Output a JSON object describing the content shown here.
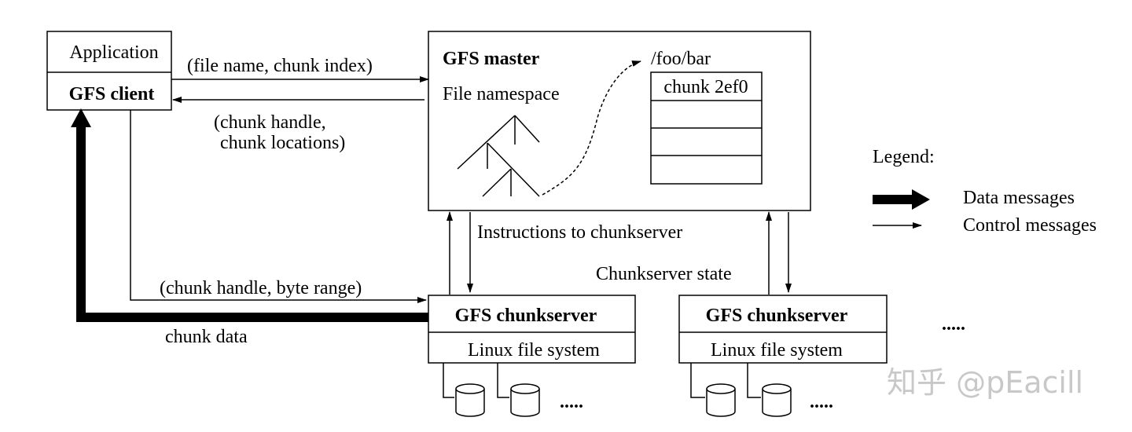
{
  "client": {
    "application_label": "Application",
    "client_label": "GFS client"
  },
  "master": {
    "title": "GFS master",
    "namespace_label": "File namespace",
    "file_path": "/foo/bar",
    "chunk_label": "chunk 2ef0"
  },
  "messages": {
    "request": "(file name, chunk index)",
    "reply_line1": "(chunk handle,",
    "reply_line2": "chunk locations)",
    "instructions": "Instructions to chunkserver",
    "chunkserver_state": "Chunkserver state",
    "data_request": "(chunk handle, byte range)",
    "chunk_data": "chunk data"
  },
  "chunkservers": [
    {
      "title": "GFS chunkserver",
      "fs_label": "Linux file system"
    },
    {
      "title": "GFS chunkserver",
      "fs_label": "Linux file system"
    }
  ],
  "ellipsis": ".....",
  "legend": {
    "title": "Legend:",
    "data_messages": "Data messages",
    "control_messages": "Control messages"
  },
  "watermark": "知乎 @pEacill"
}
